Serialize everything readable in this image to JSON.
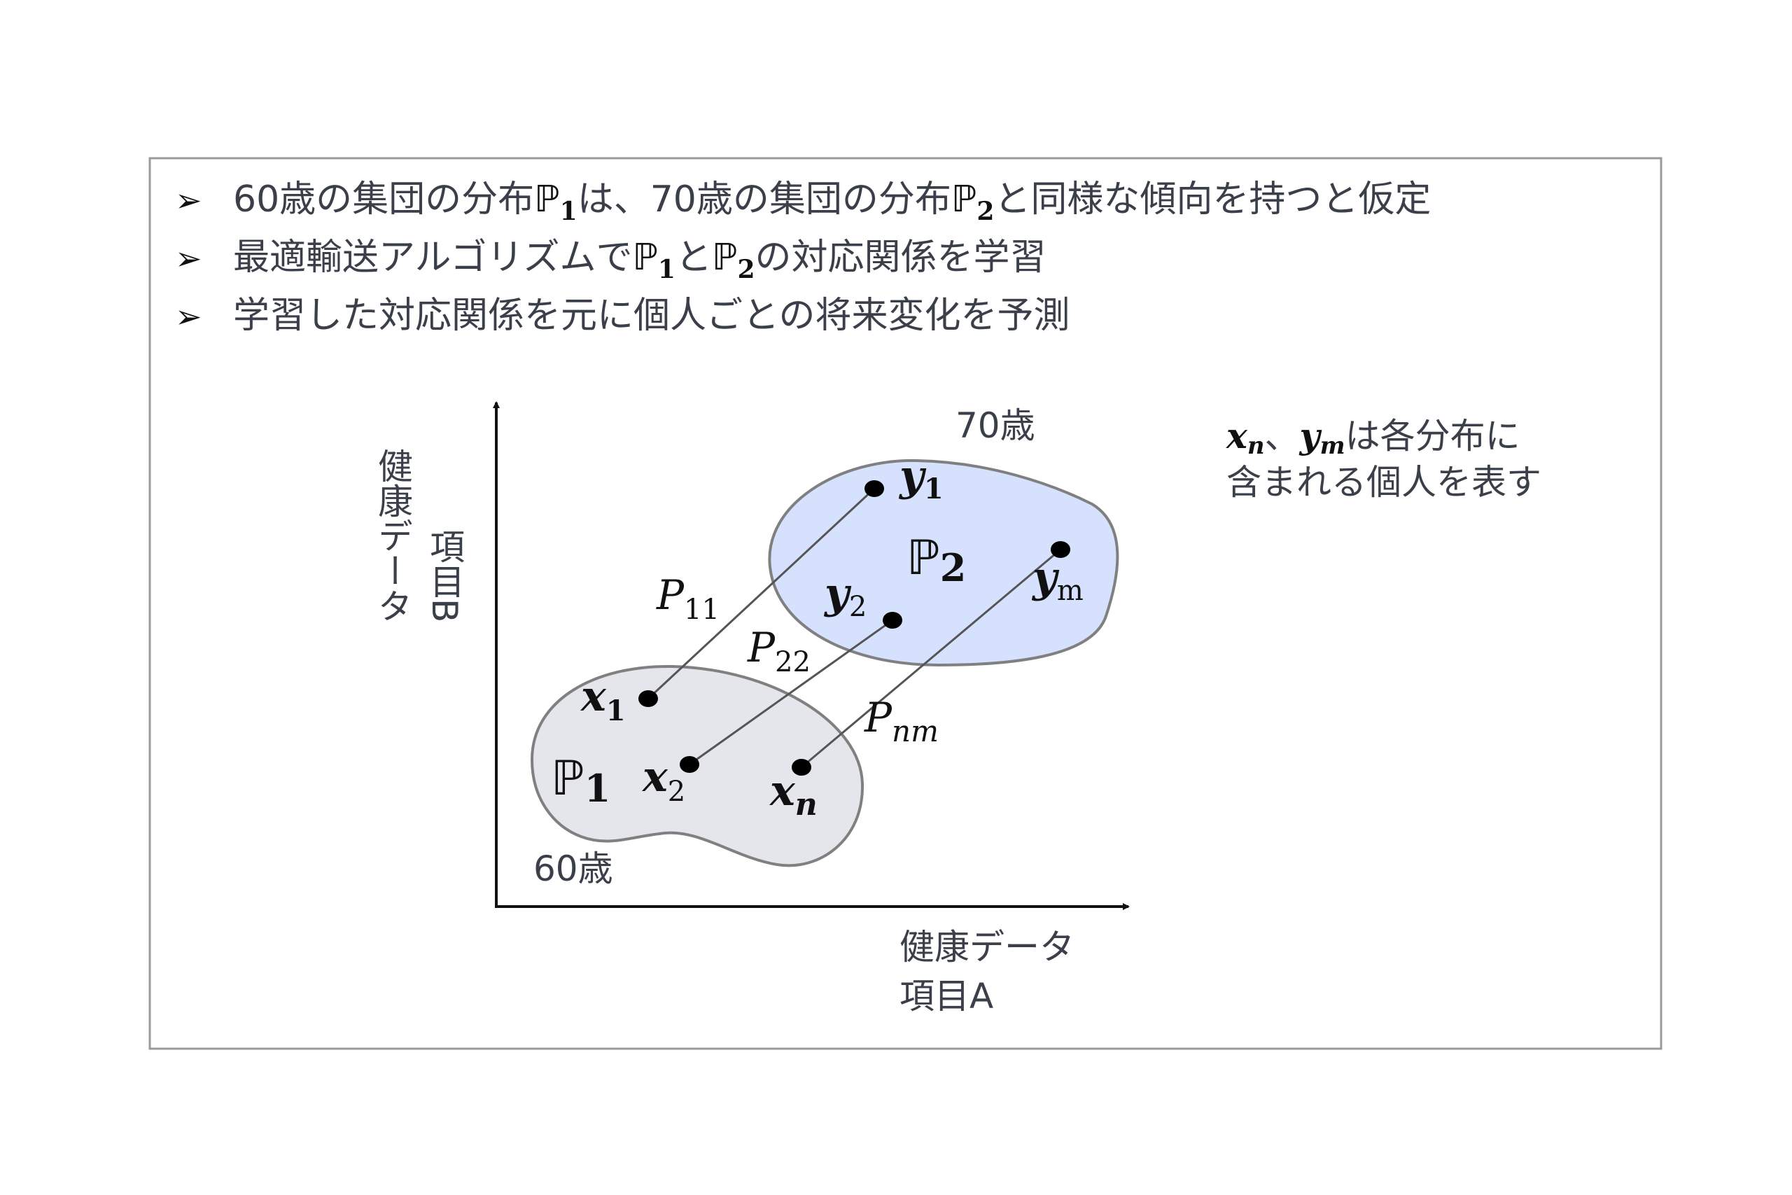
{
  "bullets": [
    {
      "pre": "60歳の集団の分布",
      "sym1": "ℙ",
      "sub1": "1",
      "mid": "は、70歳の集団の分布",
      "sym2": "ℙ",
      "sub2": "2",
      "post": "と同様な傾向を持つと仮定"
    },
    {
      "pre": "最適輸送アルゴリズムで",
      "sym1": "ℙ",
      "sub1": "1",
      "mid": "と",
      "sym2": "ℙ",
      "sub2": "2",
      "post": "の対応関係を学習"
    },
    {
      "pre": "学習した対応関係を元に個人ごとの将来変化を予測"
    }
  ],
  "bullet_marker": "➢",
  "diagram": {
    "y_axis_label": [
      "健康データ",
      "項目B"
    ],
    "x_axis_label": [
      "健康データ",
      "項目A"
    ],
    "group_70": "70歳",
    "group_60": "60歳",
    "dist2": {
      "sym": "ℙ",
      "sub": "2"
    },
    "dist1": {
      "sym": "ℙ",
      "sub": "1"
    },
    "points": {
      "y1": {
        "base": "y",
        "sub": "1"
      },
      "y2": {
        "base": "y",
        "sub": "2"
      },
      "ym": {
        "base": "y",
        "sub": "m"
      },
      "x1": {
        "base": "x",
        "sub": "1"
      },
      "x2": {
        "base": "x",
        "sub": "2"
      },
      "xn": {
        "base": "x",
        "sub": "n"
      }
    },
    "couplings": {
      "p11": {
        "base": "P",
        "sub": "11"
      },
      "p22": {
        "base": "P",
        "sub": "22"
      },
      "pnm": {
        "base": "P",
        "sub": "nm"
      }
    },
    "note": {
      "x": "x",
      "x_sub": "n",
      "sep": "、",
      "y": "y",
      "y_sub": "m",
      "line1_rest": "は各分布に",
      "line2": "含まれる個人を表す"
    }
  },
  "colors": {
    "dist70": "#d6e1fd",
    "dist60": "#e4e6ec",
    "border": "#808080"
  }
}
